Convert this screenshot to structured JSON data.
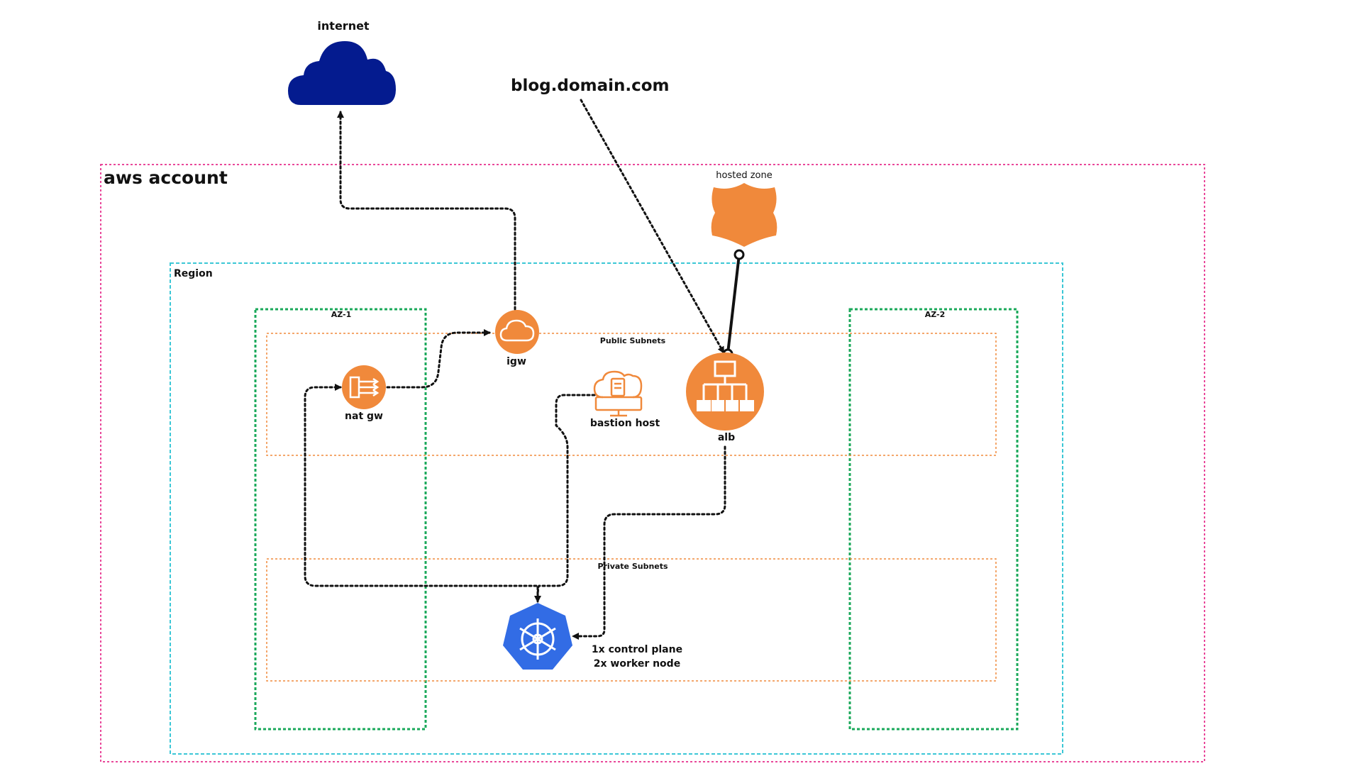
{
  "labels": {
    "internet": "internet",
    "domain": "blog.domain.com",
    "aws_account": "aws account",
    "hosted_zone": "hosted zone",
    "region": "Region",
    "az1": "AZ-1",
    "az2": "AZ-2",
    "public_subnets": "Public Subnets",
    "private_subnets": "Private Subnets",
    "igw": "igw",
    "nat_gw": "nat gw",
    "bastion_host": "bastion host",
    "alb": "alb",
    "k8s_line1": "1x control plane",
    "k8s_line2": "2x worker node"
  },
  "icons": {
    "internet": "cloud-icon",
    "hosted_zone": "route53-shield-icon",
    "igw": "internet-gateway-icon",
    "nat_gw": "nat-gateway-icon",
    "bastion_host": "bastion-host-icon",
    "alb": "load-balancer-icon",
    "k8s": "kubernetes-icon"
  },
  "colors": {
    "aws_account_border": "#e9489a",
    "region_border": "#3cc7d6",
    "az_border": "#1aa85a",
    "subnet_border": "#f08a3c",
    "aws_orange": "#f0893b",
    "internet_cloud": "#041b8f",
    "kubernetes_blue": "#326ce5",
    "connector": "#111111"
  }
}
